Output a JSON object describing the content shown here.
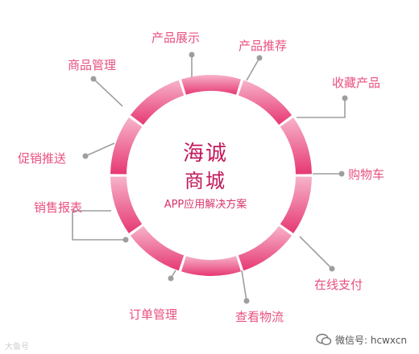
{
  "center": {
    "title": "海诚",
    "subtitle": "商城",
    "description": "APP应用解决方案"
  },
  "features": [
    {
      "label": "产品展示"
    },
    {
      "label": "产品推荐"
    },
    {
      "label": "收藏产品"
    },
    {
      "label": "购物车"
    },
    {
      "label": "在线支付"
    },
    {
      "label": "查看物流"
    },
    {
      "label": "订单管理"
    },
    {
      "label": "销售报表"
    },
    {
      "label": "促销推送"
    },
    {
      "label": "商品管理"
    }
  ],
  "watermark": {
    "left_text": "大鱼号",
    "wechat_text": "微信号: hcwxcn"
  },
  "colors": {
    "ring_light": "#f7a9c4",
    "ring_dark": "#e73e78",
    "label": "#e8517f",
    "connector": "#9e9e9e"
  }
}
